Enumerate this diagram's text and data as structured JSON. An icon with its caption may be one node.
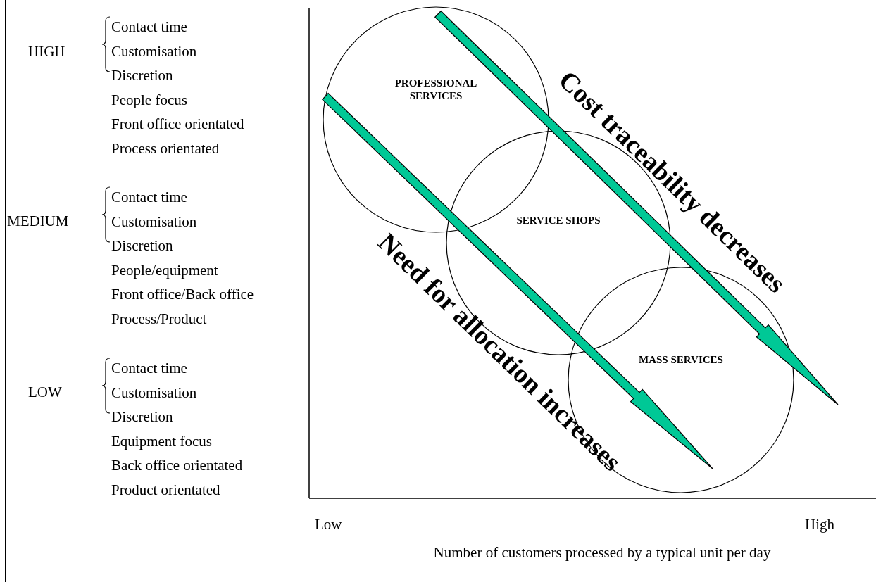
{
  "diagram": {
    "nodes": [
      {
        "text": [
          "PROFESSIONAL SERVICES"
        ]
      },
      {
        "text": [
          "SERVICE SHOPS"
        ]
      },
      {
        "text": [
          "MASS SERVICES"
        ]
      }
    ],
    "labels": [
      "HIGH",
      "Contact time",
      "Customisation",
      "Discretion",
      "People focus",
      "Front office orientated",
      "Process orientated",
      "MEDIUM",
      "Contact time",
      "Customisation",
      "Discretion",
      "People/equipment",
      "Front office/Back office",
      "Process/Product",
      "LOW",
      "Contact time",
      "Customisation",
      "Discretion",
      "Equipment focus",
      "Back office orientated",
      "Product orientated",
      "Cost traceability decreases",
      "Need for allocation increases",
      "Low",
      "High",
      "Number of customers processed by a typical unit per day"
    ]
  }
}
